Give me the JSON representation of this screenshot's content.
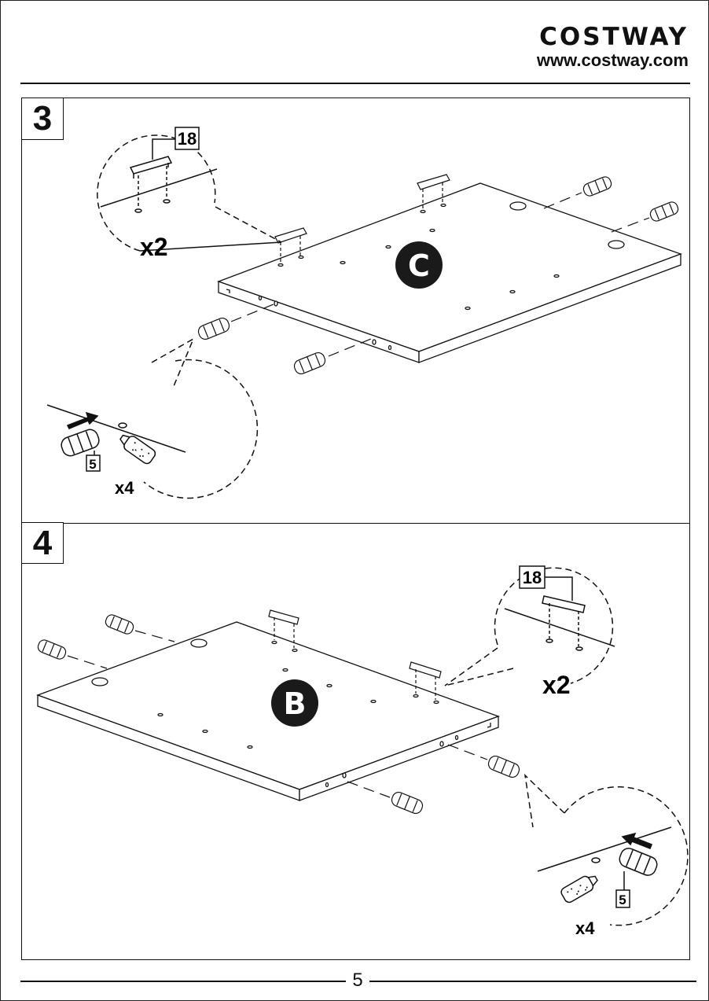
{
  "header": {
    "brand": "COSTWAY",
    "url": "www.costway.com"
  },
  "steps": [
    {
      "number": "3",
      "panel_label": "C",
      "callout_top": {
        "part_number": "18",
        "quantity": "x2"
      },
      "callout_bottom": {
        "part_number": "5",
        "quantity": "x4"
      }
    },
    {
      "number": "4",
      "panel_label": "B",
      "callout_top": {
        "part_number": "18",
        "quantity": "x2"
      },
      "callout_bottom": {
        "part_number": "5",
        "quantity": "x4"
      }
    }
  ],
  "footer": {
    "page_number": "5"
  }
}
